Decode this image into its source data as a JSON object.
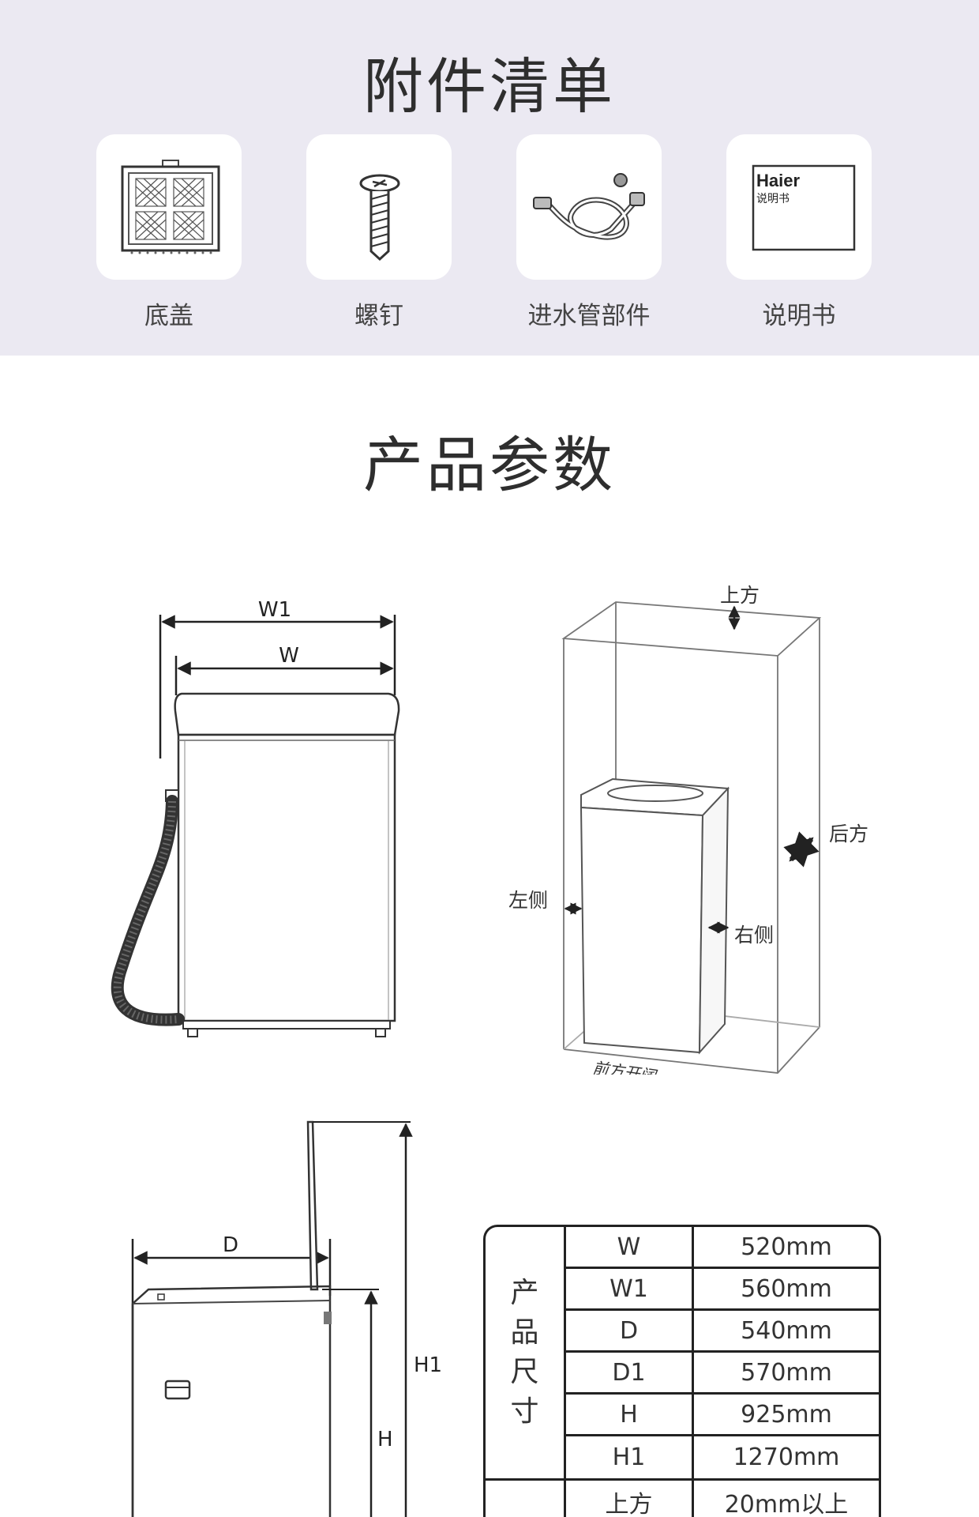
{
  "accessories": {
    "title": "附件清单",
    "items": [
      {
        "label": "底盖",
        "icon": "base-cover-icon"
      },
      {
        "label": "螺钉",
        "icon": "screw-icon"
      },
      {
        "label": "进水管部件",
        "icon": "inlet-hose-icon"
      },
      {
        "label": "说明书",
        "icon": "manual-icon"
      }
    ],
    "manual_brand": "Haier",
    "manual_caption": "说明书"
  },
  "params": {
    "title": "产品参数",
    "front_diagram": {
      "w1_label": "W1",
      "w_label": "W"
    },
    "clearance_diagram": {
      "top": "上方",
      "back": "后方",
      "left": "左侧",
      "right": "右侧",
      "front": "前方开阔"
    },
    "side_diagram": {
      "d_label": "D",
      "h_label": "H",
      "h1_label": "H1"
    },
    "table": {
      "group1_label": "产品尺寸",
      "rows": [
        {
          "key": "W",
          "value": "520mm"
        },
        {
          "key": "W1",
          "value": "560mm"
        },
        {
          "key": "D",
          "value": "540mm"
        },
        {
          "key": "D1",
          "value": "570mm"
        },
        {
          "key": "H",
          "value": "925mm"
        },
        {
          "key": "H1",
          "value": "1270mm"
        }
      ],
      "group2_rows": [
        {
          "key": "上方",
          "value": "20mm以上"
        }
      ]
    }
  }
}
